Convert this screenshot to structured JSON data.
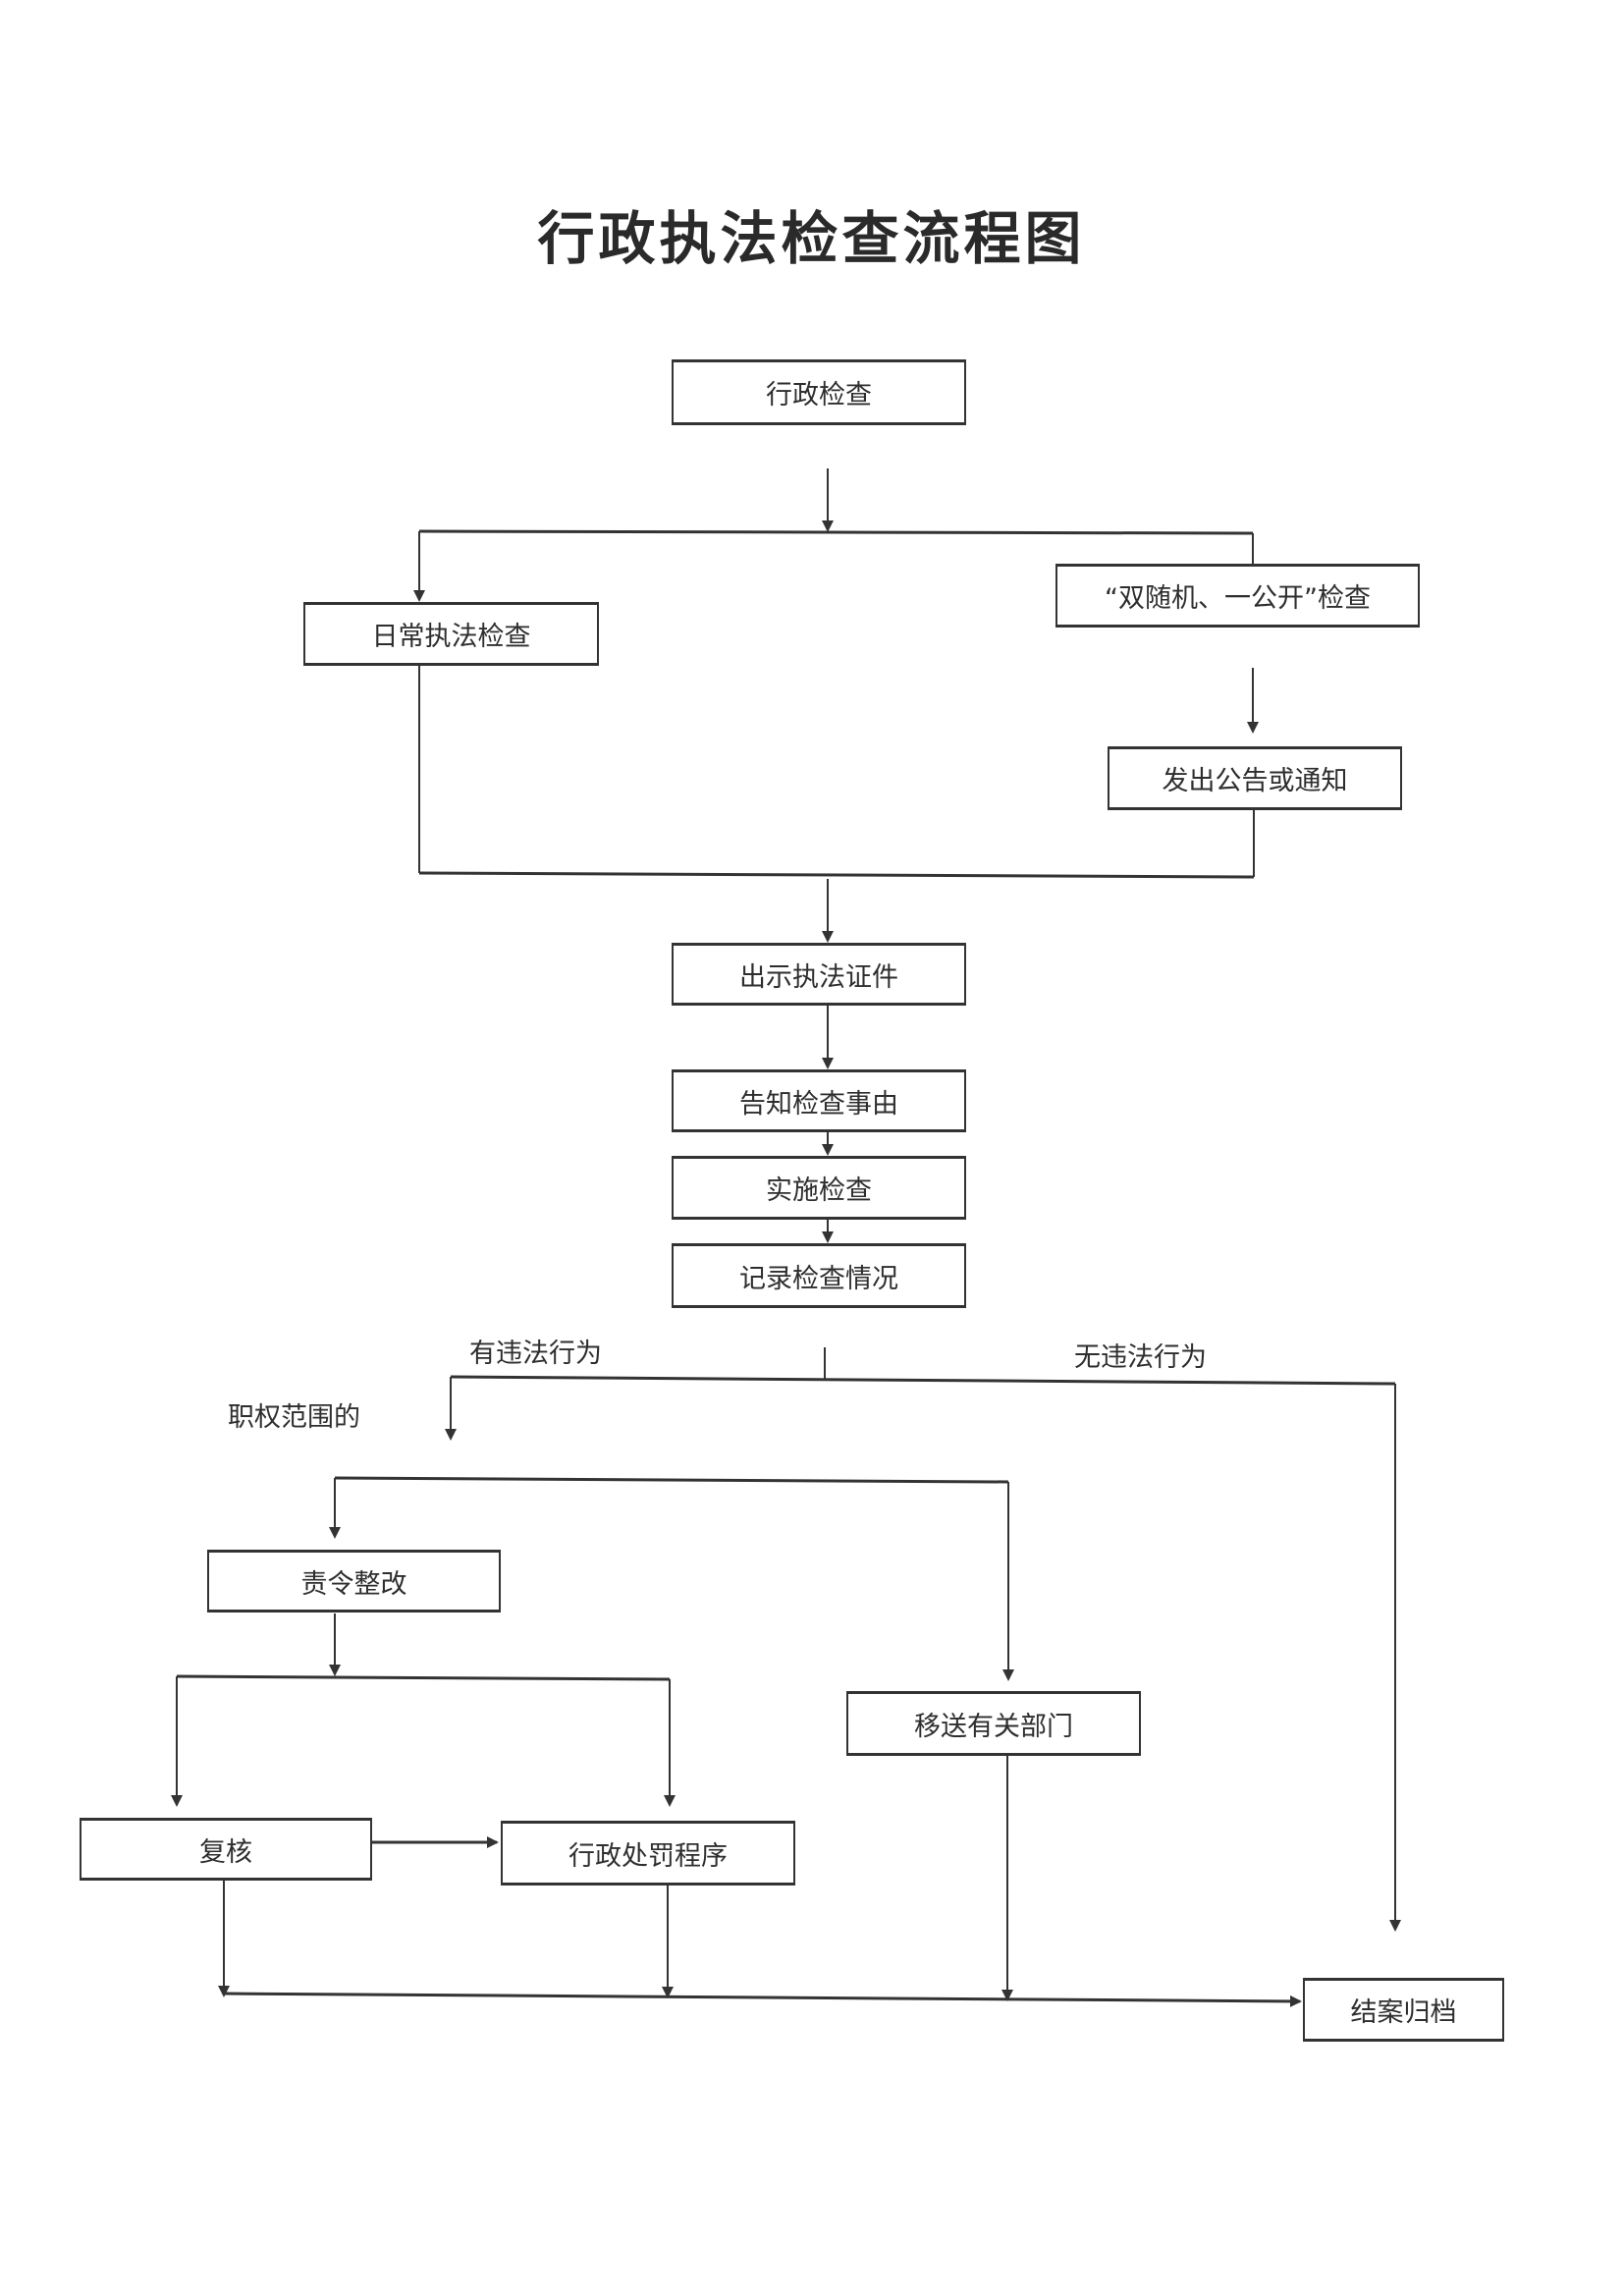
{
  "title": "行政执法检查流程图",
  "nodes": {
    "admin_inspection": "行政检查",
    "routine_inspection": "日常执法检查",
    "double_random": "“双随机、一公开”检查",
    "issue_notice": "发出公告或通知",
    "show_credentials": "出示执法证件",
    "inform_reason": "告知检查事由",
    "conduct_inspection": "实施检查",
    "record_results": "记录检查情况",
    "order_rectification": "责令整改",
    "transfer_department": "移送有关部门",
    "review": "复核",
    "penalty_procedure": "行政处罚程序",
    "close_archive": "结案归档"
  },
  "branch_labels": {
    "has_violation": "有违法行为",
    "no_violation": "无违法行为",
    "within_authority": "职权范围的"
  }
}
